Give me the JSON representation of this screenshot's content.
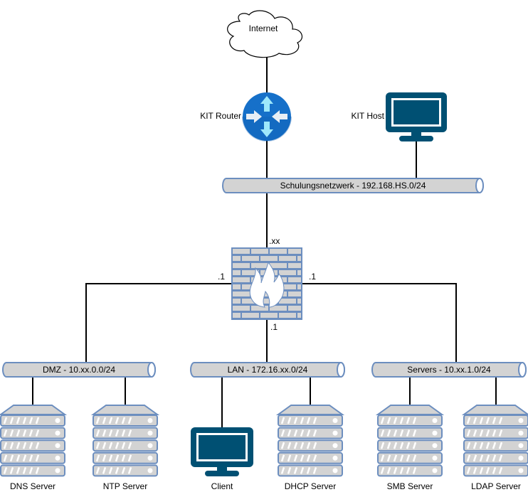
{
  "diagram": {
    "cloud": {
      "label": "Internet"
    },
    "router": {
      "label": "KIT Router"
    },
    "kit_host": {
      "label": "KIT Host"
    },
    "buses": {
      "schulung": "Schulungsnetzwerk - 192.168.HS.0/24",
      "dmz": "DMZ - 10.xx.0.0/24",
      "lan": "LAN - 172.16.xx.0/24",
      "servers": "Servers - 10.xx.1.0/24"
    },
    "firewall": {
      "label_top": ".xx",
      "label_left": ".1",
      "label_right": ".1",
      "label_bottom": ".1"
    },
    "nodes": {
      "dns": "DNS Server",
      "ntp": "NTP Server",
      "client": "Client",
      "dhcp": "DHCP Server",
      "smb": "SMB Server",
      "ldap": "LDAP Server"
    },
    "colors": {
      "router_blue": "#1670c9",
      "router_arrow": "#9ee8fb",
      "monitor": "#005073",
      "bus_fill": "#d3d3d3",
      "bus_stroke": "#6c8ebf",
      "server_fill": "#d3d3d3",
      "server_stroke": "#6c8ebf",
      "firewall_fill": "#6c8ebf"
    }
  }
}
